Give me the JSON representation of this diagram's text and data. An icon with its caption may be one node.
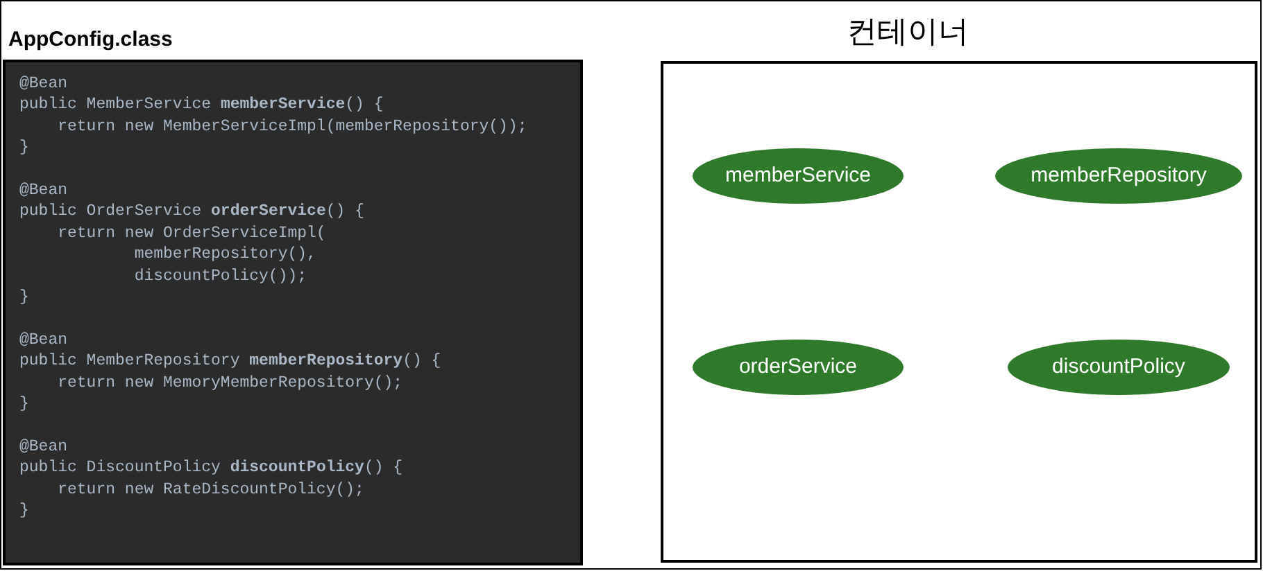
{
  "diagram": {
    "nodes": [
      {
        "text": [
          "AppConfig.class",
          "@Bean",
          "public MemberService **memberService**() {",
          "    return new MemberServiceImpl(memberRepository());",
          "}",
          "@Bean",
          "public OrderService **orderService**() {",
          "    return new OrderServiceImpl(",
          "            memberRepository(),",
          "            discountPolicy());",
          "}",
          "@Bean",
          "public MemberRepository **memberRepository**() {",
          "    return new MemoryMemberRepository();",
          "}",
          "@Bean",
          "public DiscountPolicy **discountPolicy**() {",
          "    return new RateDiscountPolicy();",
          "}"
        ]
      },
      {
        "text": [
          "컨테이너"
        ]
      },
      {
        "text": [
          "memberService"
        ],
        "in": 1
      },
      {
        "text": [
          "memberRepository"
        ],
        "in": 1
      },
      {
        "text": [
          "orderService"
        ],
        "in": 1
      },
      {
        "text": [
          "discountPolicy"
        ],
        "in": 1
      }
    ]
  }
}
